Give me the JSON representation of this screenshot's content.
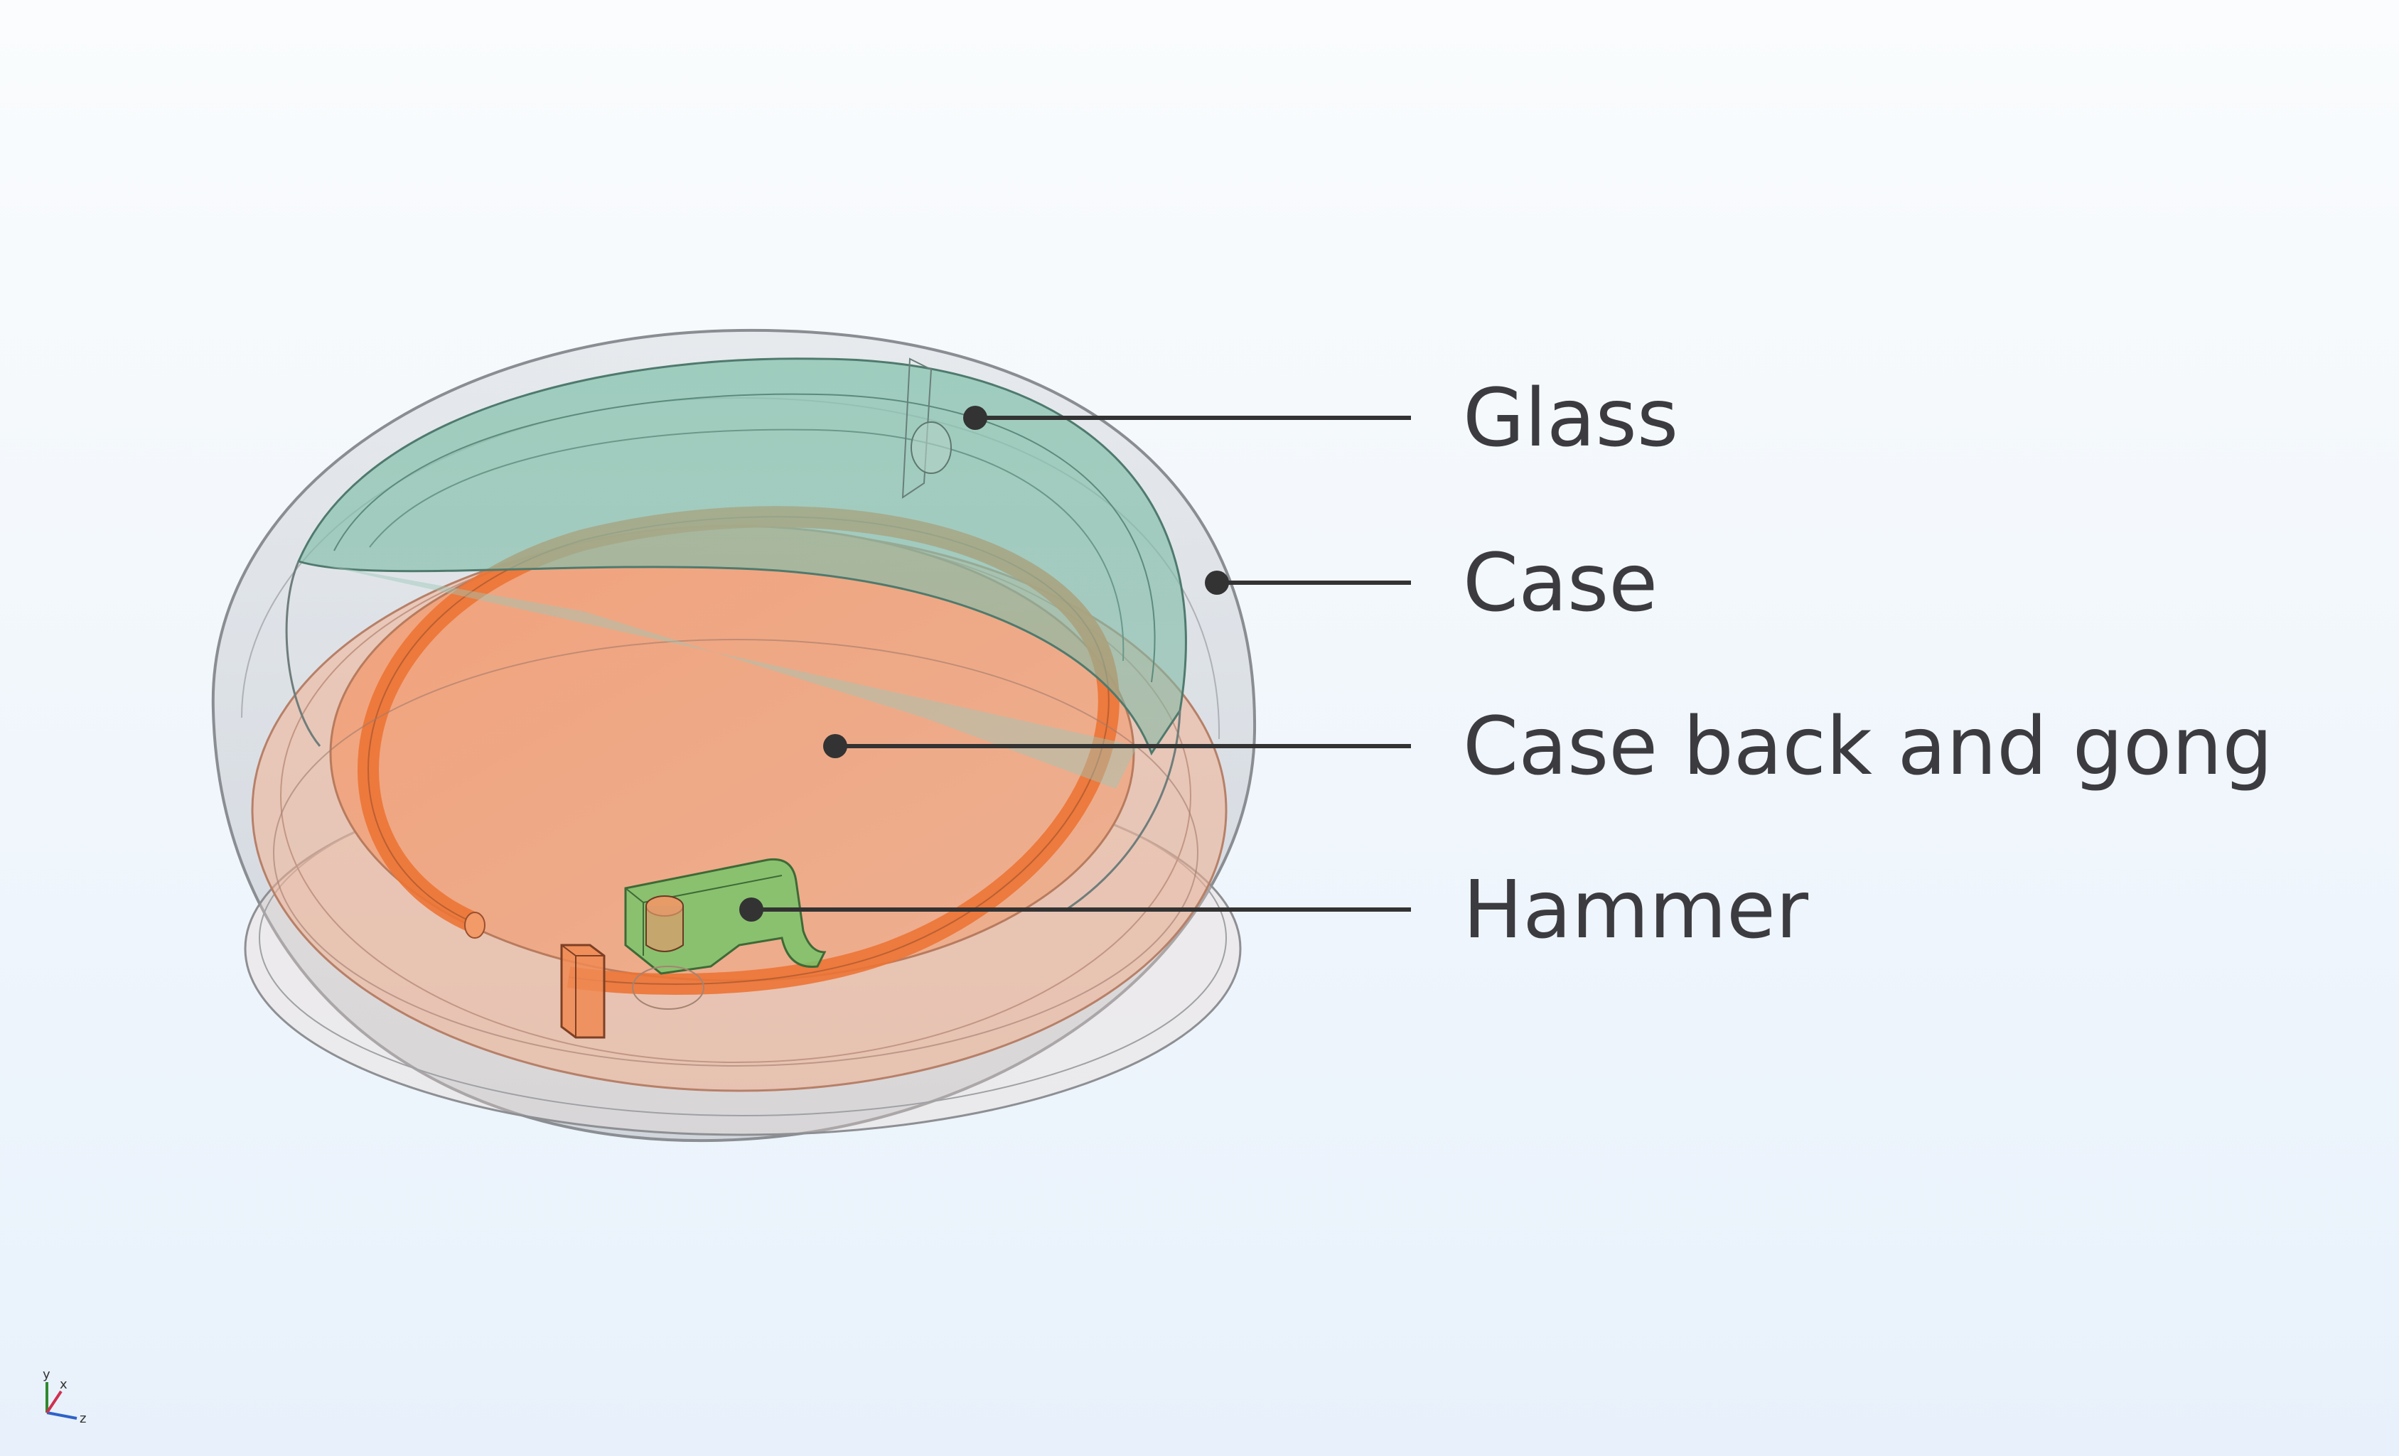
{
  "labels": {
    "glass": "Glass",
    "case": "Case",
    "case_back": "Case back and gong",
    "hammer": "Hammer"
  },
  "axes": {
    "y": "y",
    "x": "x",
    "z": "z"
  },
  "colors": {
    "glass": "#8fc8b4",
    "case": "#c4c7cc",
    "case_back": "#f2a47c",
    "gong": "#ee7a3c",
    "hammer": "#6bbd5e",
    "leader_line": "#333333",
    "label_text": "#3c3c40"
  }
}
